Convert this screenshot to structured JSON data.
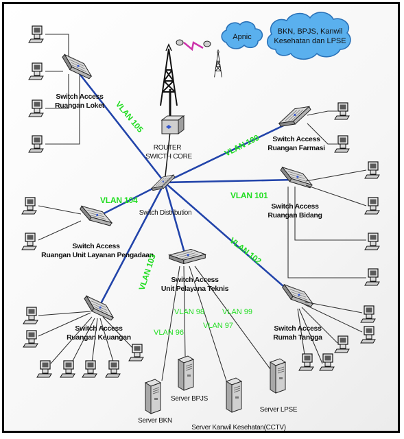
{
  "clouds": {
    "apnic": "Apnic",
    "agencies": [
      "BKN, BPJS, Kanwil",
      "Kesehatan dan LPSE"
    ]
  },
  "devices": {
    "router": [
      "ROUTER",
      "SWICTH CORE"
    ],
    "distribution": "Switch Distribution",
    "loket": [
      "Switch Access",
      "Ruangan Loket"
    ],
    "farmasi": [
      "Switch Access",
      "Ruangan Farmasi"
    ],
    "bidang": [
      "Switch Access",
      "Ruangan Bidang"
    ],
    "layanan": [
      "Switch Access",
      "Ruangan Unit Layanan Pengadaan"
    ],
    "teknis": [
      "Switch Access",
      "Unit Pelayana Teknis"
    ],
    "keuangan": [
      "Switch Access",
      "Ruangan Keuangan"
    ],
    "rumah": [
      "Switch Access",
      "Rumah Tangga"
    ]
  },
  "vlans": {
    "v105": "VLAN 105",
    "v100": "VLAN 100",
    "v104": "VLAN 104",
    "v101": "VLAN 101",
    "v103": "VLAN 103",
    "v102": "VLAN 102",
    "v96": "VLAN 96",
    "v97": "VLAN 97",
    "v98": "VLAN 98",
    "v99": "VLAN 99"
  },
  "servers": {
    "bkn": "Server BKN",
    "bpjs": "Server BPJS",
    "kanwil": "Server Kanwil Kesehatan(CCTV)",
    "lpse": "Server LPSE"
  },
  "colors": {
    "trunk": "#2244aa",
    "vlan": "#22dd22",
    "cloud": "#5ab0ee"
  }
}
